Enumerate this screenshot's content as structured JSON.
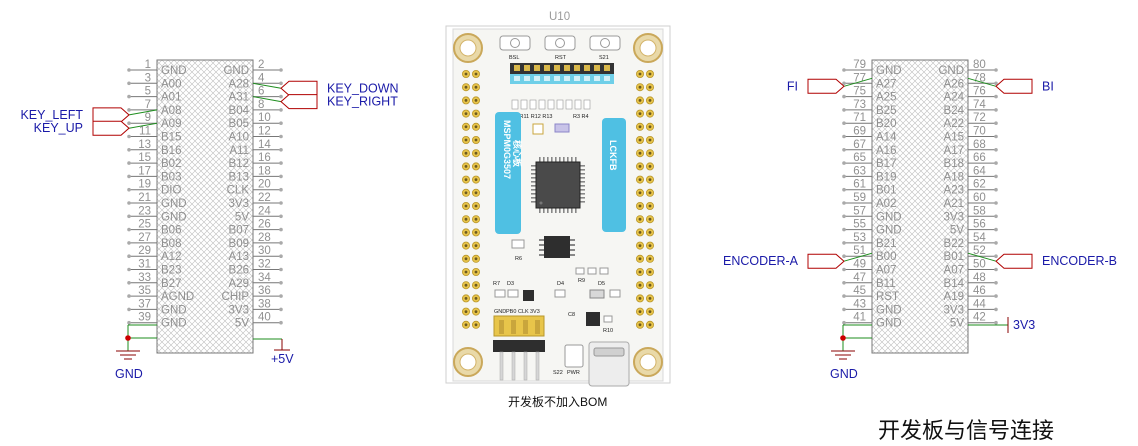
{
  "title": "开发板与信号连接",
  "module": {
    "designator": "U10",
    "caption": "开发板不加入BOM",
    "silk": {
      "buttons": [
        "BSL",
        "RST",
        "S21"
      ],
      "resistors": [
        "R8 R11 R12 R13",
        "R3 R4"
      ],
      "left_strip": "MSPM0G3507",
      "left_strip_small": "核心板",
      "right_strip": "LCKFB",
      "small_labels": [
        "R6",
        "R9",
        "R7",
        "D3",
        "D4",
        "D5",
        "C8",
        "R10"
      ],
      "bottom_header": [
        "GND",
        "PB0",
        "CLK",
        "3V3"
      ],
      "bottom_texts": [
        "S22",
        "PWR"
      ]
    }
  },
  "left_header": {
    "rows": [
      {
        "ln": "1",
        "lname": "GND",
        "rname": "GND",
        "rn": "2"
      },
      {
        "ln": "3",
        "lname": "A00",
        "rname": "A28",
        "rn": "4"
      },
      {
        "ln": "5",
        "lname": "A01",
        "rname": "A31",
        "rn": "6"
      },
      {
        "ln": "7",
        "lname": "A08",
        "rname": "B04",
        "rn": "8"
      },
      {
        "ln": "9",
        "lname": "A09",
        "rname": "B05",
        "rn": "10"
      },
      {
        "ln": "11",
        "lname": "B15",
        "rname": "A10",
        "rn": "12"
      },
      {
        "ln": "13",
        "lname": "B16",
        "rname": "A11",
        "rn": "14"
      },
      {
        "ln": "15",
        "lname": "B02",
        "rname": "B12",
        "rn": "16"
      },
      {
        "ln": "17",
        "lname": "B03",
        "rname": "B13",
        "rn": "18"
      },
      {
        "ln": "19",
        "lname": "DIO",
        "rname": "CLK",
        "rn": "20"
      },
      {
        "ln": "21",
        "lname": "GND",
        "rname": "3V3",
        "rn": "22"
      },
      {
        "ln": "23",
        "lname": "GND",
        "rname": "5V",
        "rn": "24"
      },
      {
        "ln": "25",
        "lname": "B06",
        "rname": "B07",
        "rn": "26"
      },
      {
        "ln": "27",
        "lname": "B08",
        "rname": "B09",
        "rn": "28"
      },
      {
        "ln": "29",
        "lname": "A12",
        "rname": "A13",
        "rn": "30"
      },
      {
        "ln": "31",
        "lname": "B23",
        "rname": "B26",
        "rn": "32"
      },
      {
        "ln": "33",
        "lname": "B27",
        "rname": "A29",
        "rn": "34"
      },
      {
        "ln": "35",
        "lname": "AGND",
        "rname": "CHIP",
        "rn": "36"
      },
      {
        "ln": "37",
        "lname": "GND",
        "rname": "3V3",
        "rn": "38"
      },
      {
        "ln": "39",
        "lname": "GND",
        "rname": "5V",
        "rn": "40"
      }
    ],
    "nets": [
      {
        "label": "KEY_DOWN",
        "row": 1,
        "side": "right"
      },
      {
        "label": "KEY_RIGHT",
        "row": 2,
        "side": "right"
      },
      {
        "label": "KEY_LEFT",
        "row": 3,
        "side": "left"
      },
      {
        "label": "KEY_UP",
        "row": 4,
        "side": "left"
      }
    ],
    "gnd_label": "GND",
    "power_label": "+5V"
  },
  "right_header": {
    "rows": [
      {
        "ln": "79",
        "lname": "GND",
        "rname": "GND",
        "rn": "80"
      },
      {
        "ln": "77",
        "lname": "A27",
        "rname": "A26",
        "rn": "78"
      },
      {
        "ln": "75",
        "lname": "A25",
        "rname": "A24",
        "rn": "76"
      },
      {
        "ln": "73",
        "lname": "B25",
        "rname": "B24",
        "rn": "74"
      },
      {
        "ln": "71",
        "lname": "B20",
        "rname": "A22",
        "rn": "72"
      },
      {
        "ln": "69",
        "lname": "A14",
        "rname": "A15",
        "rn": "70"
      },
      {
        "ln": "67",
        "lname": "A16",
        "rname": "A17",
        "rn": "68"
      },
      {
        "ln": "65",
        "lname": "B17",
        "rname": "B18",
        "rn": "66"
      },
      {
        "ln": "63",
        "lname": "B19",
        "rname": "A18",
        "rn": "64"
      },
      {
        "ln": "61",
        "lname": "B01",
        "rname": "A23",
        "rn": "62"
      },
      {
        "ln": "59",
        "lname": "A02",
        "rname": "A21",
        "rn": "60"
      },
      {
        "ln": "57",
        "lname": "GND",
        "rname": "3V3",
        "rn": "58"
      },
      {
        "ln": "55",
        "lname": "GND",
        "rname": "5V",
        "rn": "56"
      },
      {
        "ln": "53",
        "lname": "B21",
        "rname": "B22",
        "rn": "54"
      },
      {
        "ln": "51",
        "lname": "B00",
        "rname": "B01",
        "rn": "52"
      },
      {
        "ln": "49",
        "lname": "A07",
        "rname": "A07",
        "rn": "50"
      },
      {
        "ln": "47",
        "lname": "B11",
        "rname": "B14",
        "rn": "48"
      },
      {
        "ln": "45",
        "lname": "RST",
        "rname": "A19",
        "rn": "46"
      },
      {
        "ln": "43",
        "lname": "GND",
        "rname": "3V3",
        "rn": "44"
      },
      {
        "ln": "41",
        "lname": "GND",
        "rname": "5V",
        "rn": "42"
      }
    ],
    "nets": [
      {
        "label": "FI",
        "row": 1,
        "side": "left"
      },
      {
        "label": "BI",
        "row": 1,
        "side": "right"
      },
      {
        "label": "ENCODER-A",
        "row": 14,
        "side": "left"
      },
      {
        "label": "ENCODER-B",
        "row": 14,
        "side": "right"
      }
    ],
    "gnd_label": "GND",
    "power_label": "3V3"
  }
}
